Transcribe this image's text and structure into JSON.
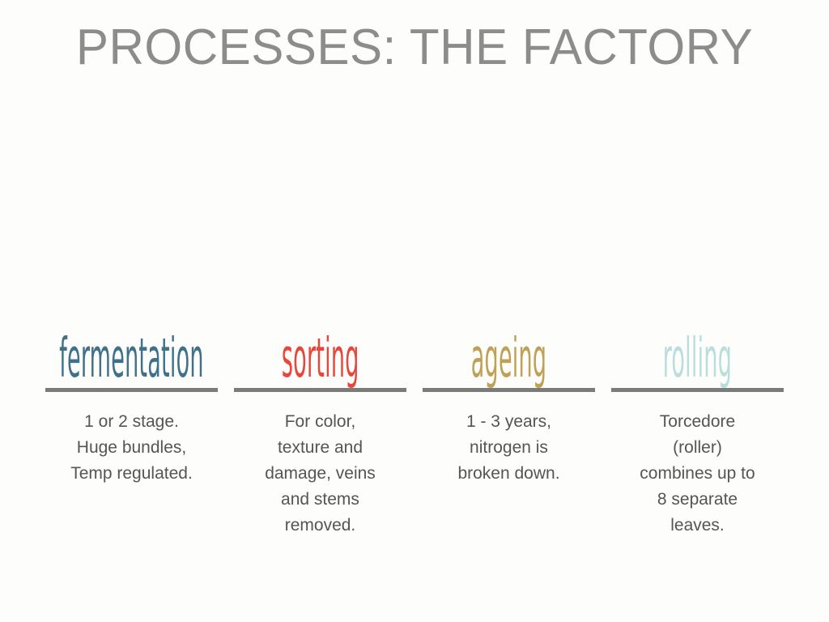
{
  "slide": {
    "title": "PROCESSES: THE FACTORY",
    "title_color": "#8c8c8c",
    "background_color": "#fdfdfc",
    "rule_color": "#7b7b7b",
    "body_text_color": "#555555"
  },
  "columns": [
    {
      "heading": "fermentation",
      "heading_color": "#3f7289",
      "body": "1 or 2 stage.\nHuge bundles,\nTemp regulated."
    },
    {
      "heading": "sorting",
      "heading_color": "#e8463b",
      "body": "For color,\ntexture and\ndamage, veins\nand stems\nremoved."
    },
    {
      "heading": "ageing",
      "heading_color": "#bfa054",
      "body": "1 - 3 years,\nnitrogen is\nbroken down."
    },
    {
      "heading": "rolling",
      "heading_color": "#b9dedc",
      "body": "Torcedore\n(roller)\ncombines up to\n8 separate\nleaves."
    }
  ]
}
